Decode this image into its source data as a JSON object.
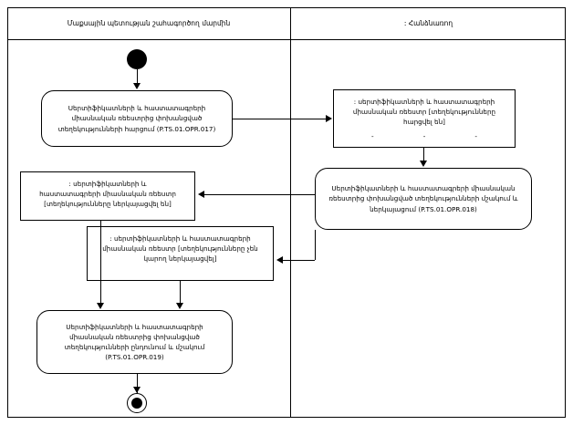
{
  "diagram": {
    "type": "uml-activity-diagram",
    "lanes": [
      {
        "id": "left",
        "title": "Մաքսային պետության շահագործող մարմին"
      },
      {
        "id": "right",
        "title": ": Հանձնառող"
      }
    ],
    "nodes": [
      {
        "id": "start",
        "kind": "initial-node",
        "lane": "left",
        "label": ""
      },
      {
        "id": "activity-017",
        "kind": "activity",
        "lane": "left",
        "lines": [
          "Սերտիֆիկատների և հաստատագրերի",
          "միասնական ռեեստրից փոխանցված",
          "տեղեկությունների հարցում (P.TS.01.OPR.017)"
        ],
        "process_id": "P.TS.01.OPR.017"
      },
      {
        "id": "object-requested",
        "kind": "object-node",
        "lane": "right",
        "lines": [
          ": սերտիֆիկատների և հաստատագրերի",
          "միասնական ռեեստր [տեղեկությունները",
          "հարցվել են]"
        ],
        "dashes": [
          "-",
          "-",
          "-"
        ]
      },
      {
        "id": "activity-018",
        "kind": "activity",
        "lane": "right",
        "lines": [
          "Սերտիֆիկատների և հաստատագրերի միասնական",
          "ռեեստրից փոխանցված տեղեկությունների մշակում և",
          "ներկայացում (P.TS.01.OPR.018)"
        ],
        "process_id": "P.TS.01.OPR.018"
      },
      {
        "id": "object-presented",
        "kind": "object-node",
        "lane": "left",
        "lines": [
          ": սերտիֆիկատների և",
          "հաստատագրերի միասնական ռեեստր",
          "[տեղեկությունները ներկայացվել են]"
        ]
      },
      {
        "id": "object-not-presented",
        "kind": "object-node",
        "lane": "left",
        "lines": [
          ": սերտիֆիկատների և հաստատագրերի",
          "միասնական ռեեստր [տեղեկությունները չեն",
          "կարող ներկայացվել]"
        ]
      },
      {
        "id": "activity-019",
        "kind": "activity",
        "lane": "left",
        "lines": [
          "Սերտիֆիկատների և հաստատագրերի",
          "միասնական ռեեստրից փոխանցված",
          "տեղեկությունների ընդունում և մշակում",
          "(P.TS.01.OPR.019)"
        ],
        "process_id": "P.TS.01.OPR.019"
      },
      {
        "id": "end",
        "kind": "final-node",
        "lane": "left",
        "label": ""
      }
    ],
    "colors": {
      "stroke": "#000000",
      "fill": "#ffffff",
      "text": "#000000"
    }
  }
}
